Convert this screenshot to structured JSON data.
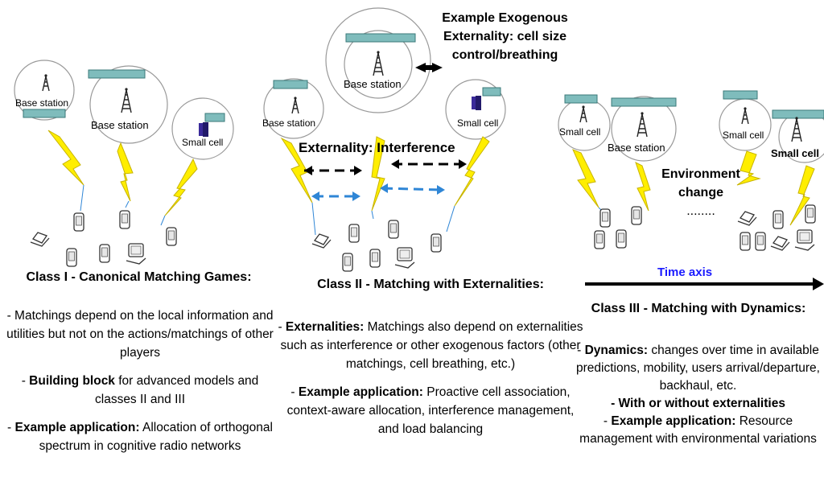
{
  "labels": {
    "base_station": "Base station",
    "small_cell": "Small cell",
    "small_cell_clip": "Small cell",
    "exogenous_line1": "Example Exogenous",
    "exogenous_line2": "Externality: cell size",
    "exogenous_line3": "control/breathing",
    "interference": "Externality: Interference",
    "env_line1": "Environment",
    "env_line2": "change",
    "env_dots": "........",
    "time_axis": "Time axis"
  },
  "classes": [
    {
      "title": "Class I - Canonical Matching Games:",
      "p1_prefix": "- ",
      "p1_text": "Matchings depend on the local information and utilities but not on the actions/matchings of other players",
      "p2_prefix": "- ",
      "p2_bold": "Building block",
      "p2_text": " for advanced models and classes II and III",
      "p3_prefix": "- ",
      "p3_bold": "Example application:",
      "p3_text": " Allocation of orthogonal spectrum in cognitive radio networks"
    },
    {
      "title": "Class II - Matching with Externalities:",
      "p1_prefix": "- ",
      "p1_bold": "Externalities:",
      "p1_text": " Matchings also depend on externalities such as interference or other exogenous factors (other matchings, cell breathing, etc.)",
      "p2_prefix": "- ",
      "p2_bold": "Example application:",
      "p2_text": " Proactive cell association, context-aware allocation, interference management, and load balancing"
    },
    {
      "title": "Class III - Matching with Dynamics:",
      "p1_prefix": "- ",
      "p1_bold": "Dynamics:",
      "p1_text": " changes over time in available predictions, mobility, users arrival/departure, backhaul, etc.",
      "p2_bold": "- With or without externalities",
      "p3_prefix": "- ",
      "p3_bold": "Example application:",
      "p3_text": " Resource management with environmental variations"
    }
  ],
  "colors": {
    "lightning": "#ffee00",
    "lightning_stroke": "#c8b400",
    "antenna_bar": "#7fbcbc",
    "small_cell_box": "#3a2a9a",
    "time_axis": "#1a1aff",
    "blue_arrow": "#2f86d6",
    "black_arrow": "#000000"
  }
}
